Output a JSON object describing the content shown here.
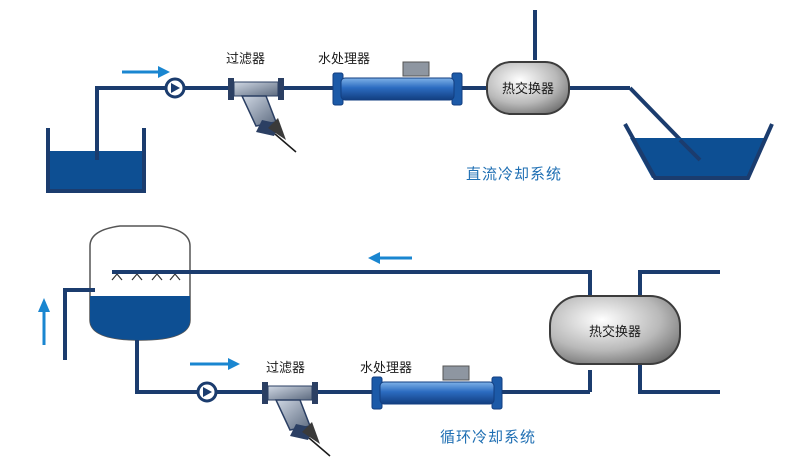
{
  "labels": {
    "filter": "过滤器",
    "water_treater": "水处理器",
    "heat_exchanger": "热交换器"
  },
  "titles": {
    "direct_system": "直流冷却系统",
    "circulating_system": "循环冷却系统"
  },
  "colors": {
    "pipe": "#1b3c6e",
    "water": "#0d4f93",
    "arrow": "#1a86d0",
    "device_blue": "#1c5aa8",
    "device_gray": "#9a9a9a",
    "title": "#1f6fb3"
  }
}
